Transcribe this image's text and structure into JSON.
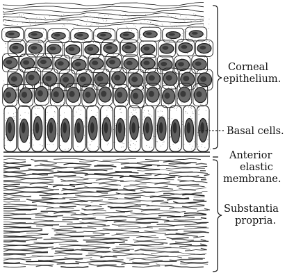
{
  "figure": {
    "labels": {
      "corneal_line1": "Corneal",
      "corneal_line2": "epithelium.",
      "basal": "Basal cells.",
      "anterior_line1": "Anterior",
      "anterior_line2": "elastic",
      "anterior_line3": "membrane.",
      "substantia_line1": "Substantia",
      "substantia_line2": "propria."
    },
    "ink_color": "#1a1a1a",
    "paper_color": "#ffffff"
  }
}
